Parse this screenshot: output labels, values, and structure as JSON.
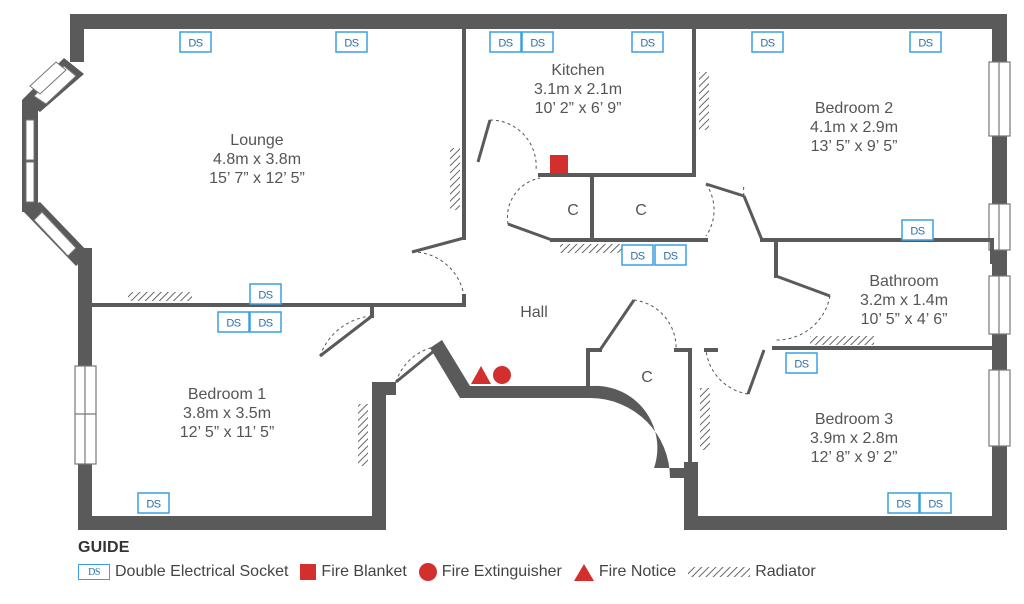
{
  "rooms": {
    "lounge": {
      "name": "Lounge",
      "metric": "4.8m x 3.8m",
      "imperial": "15’ 7” x 12’ 5”"
    },
    "kitchen": {
      "name": "Kitchen",
      "metric": "3.1m x 2.1m",
      "imperial": "10’ 2” x 6’ 9”"
    },
    "bedroom2": {
      "name": "Bedroom 2",
      "metric": "4.1m x 2.9m",
      "imperial": "13’ 5” x 9’ 5”"
    },
    "bathroom": {
      "name": "Bathroom",
      "metric": "3.2m x 1.4m",
      "imperial": "10’ 5” x 4’ 6”"
    },
    "hall": {
      "name": "Hall"
    },
    "bedroom1": {
      "name": "Bedroom 1",
      "metric": "3.8m x 3.5m",
      "imperial": "12’ 5” x 11’ 5”"
    },
    "bedroom3": {
      "name": "Bedroom 3",
      "metric": "3.9m x 2.8m",
      "imperial": "12’ 8” x 9’ 2”"
    }
  },
  "cupboard_label": "C",
  "socket_label": "DS",
  "colors": {
    "wall": "#5a5a5a",
    "accent": "#d32f2f",
    "socket": "#3aa0e0"
  },
  "legend": {
    "title": "GUIDE",
    "items": [
      {
        "icon": "double-socket-icon",
        "label": "Double Electrical Socket"
      },
      {
        "icon": "fire-blanket-icon",
        "label": "Fire Blanket"
      },
      {
        "icon": "fire-extinguisher-icon",
        "label": "Fire Extinguisher"
      },
      {
        "icon": "fire-notice-icon",
        "label": "Fire Notice"
      },
      {
        "icon": "radiator-icon",
        "label": "Radiator"
      }
    ]
  }
}
